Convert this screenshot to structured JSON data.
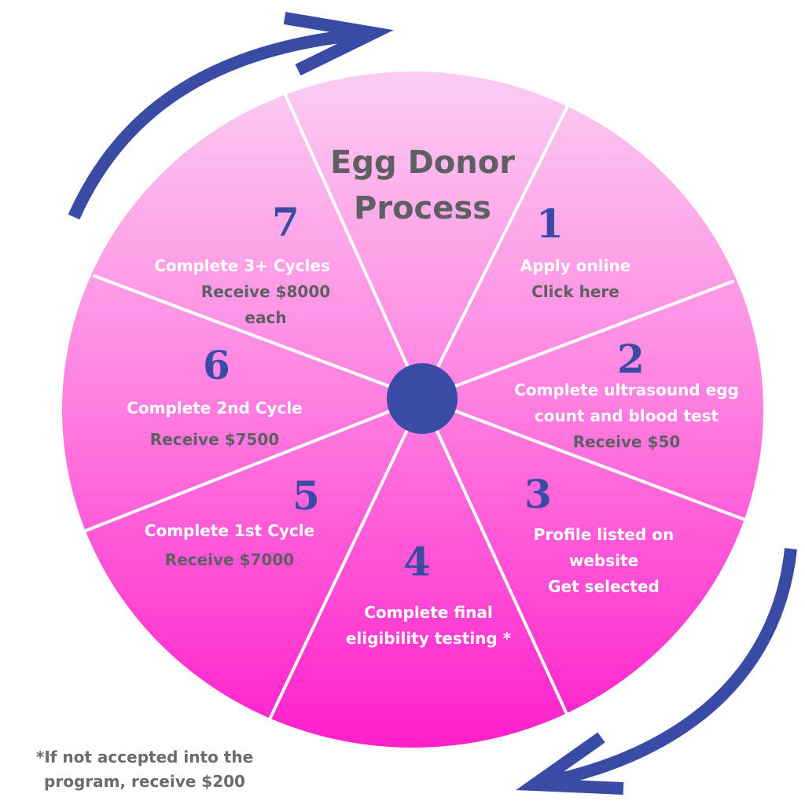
{
  "title": {
    "line1": "Egg Donor",
    "line2": "Process"
  },
  "colors": {
    "wheel_top": "#fbc6f0",
    "wheel_bottom": "#ff22cc",
    "spoke": "#ffffff",
    "hub": "#3a4ba6",
    "arrow": "#3a4ba6",
    "number": "#3a4ba6",
    "text_white": "#ffffff",
    "text_gray": "#5f5f63"
  },
  "steps": [
    {
      "number": "1",
      "lines": [
        {
          "text": "Apply online",
          "tone": "white"
        },
        {
          "text": "Click here",
          "tone": "gray"
        }
      ]
    },
    {
      "number": "2",
      "lines": [
        {
          "text": "Complete ultrasound egg",
          "tone": "white"
        },
        {
          "text": "count and blood test",
          "tone": "white"
        },
        {
          "text": "Receive $50",
          "tone": "gray"
        }
      ]
    },
    {
      "number": "3",
      "lines": [
        {
          "text": "Profile listed on",
          "tone": "white"
        },
        {
          "text": "website",
          "tone": "white"
        },
        {
          "text": "Get selected",
          "tone": "white"
        }
      ]
    },
    {
      "number": "4",
      "lines": [
        {
          "text": "Complete final",
          "tone": "white"
        },
        {
          "text": "eligibility testing *",
          "tone": "white"
        }
      ]
    },
    {
      "number": "5",
      "lines": [
        {
          "text": "Complete 1st Cycle",
          "tone": "white"
        },
        {
          "text": "Receive $7000",
          "tone": "gray"
        }
      ]
    },
    {
      "number": "6",
      "lines": [
        {
          "text": "Complete 2nd Cycle",
          "tone": "white"
        },
        {
          "text": "Receive $7500",
          "tone": "gray"
        }
      ]
    },
    {
      "number": "7",
      "lines": [
        {
          "text": "Complete 3+ Cycles",
          "tone": "white"
        },
        {
          "text": "Receive $8000",
          "tone": "gray"
        },
        {
          "text": "each",
          "tone": "gray"
        }
      ]
    }
  ],
  "footnote": {
    "line1": "*If not accepted into the",
    "line2": "program, receive $200"
  }
}
